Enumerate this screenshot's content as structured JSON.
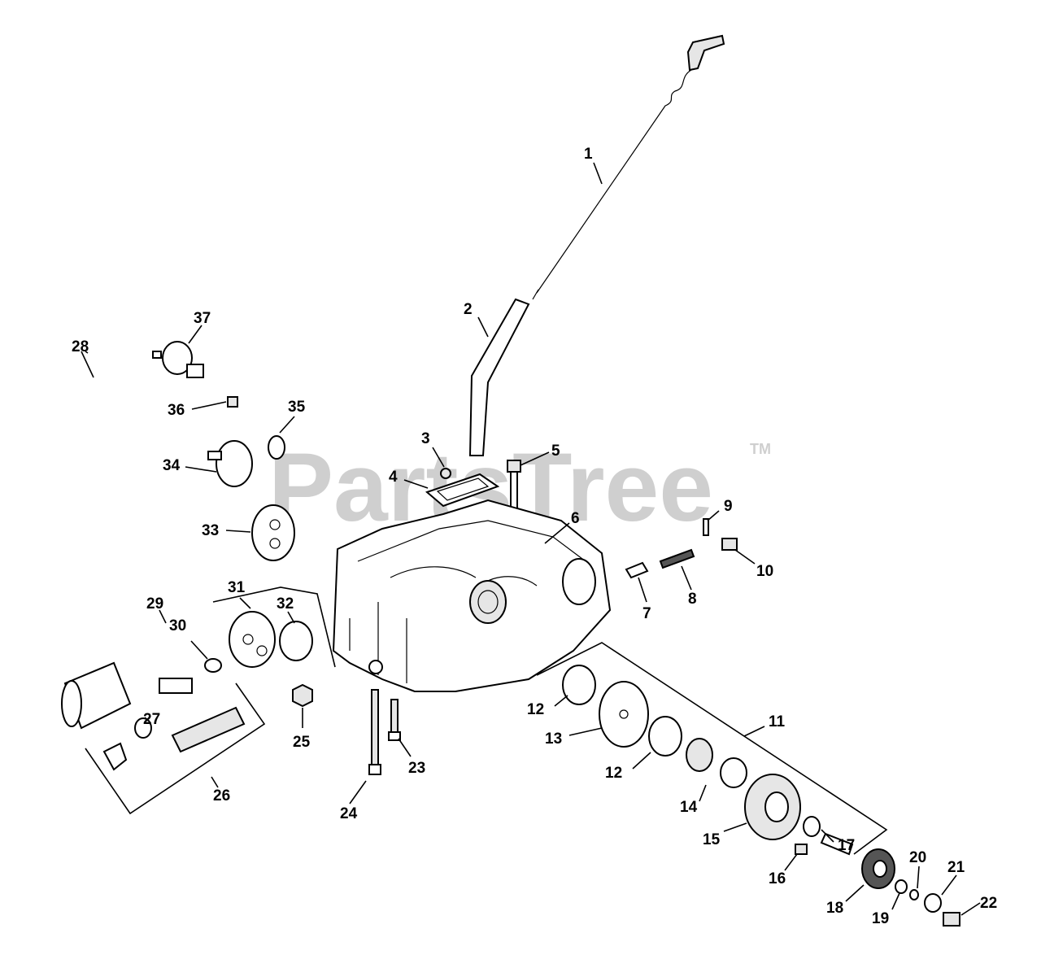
{
  "watermark": {
    "text": "PartsTree",
    "trademark": "TM"
  },
  "callouts": [
    "1",
    "2",
    "3",
    "4",
    "5",
    "6",
    "7",
    "8",
    "9",
    "10",
    "11",
    "12",
    "12",
    "13",
    "14",
    "15",
    "16",
    "17",
    "18",
    "19",
    "20",
    "21",
    "22",
    "23",
    "24",
    "25",
    "26",
    "27",
    "28",
    "29",
    "30",
    "31",
    "32",
    "33",
    "34",
    "35",
    "36",
    "37"
  ]
}
